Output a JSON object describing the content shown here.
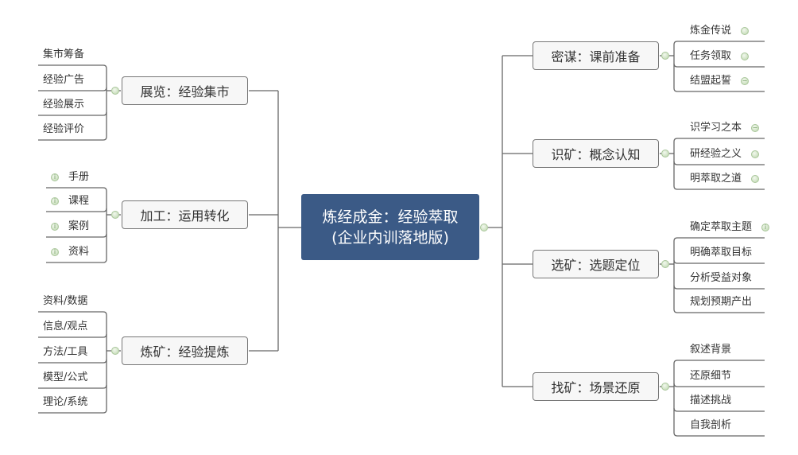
{
  "central": {
    "line1": "炼经成金：经验萃取",
    "line2": "(企业内训落地版)",
    "color": "#3b5a86"
  },
  "left": [
    {
      "label": "展览：经验集市",
      "items": [
        {
          "text": "集市筹备"
        },
        {
          "text": "经验广告"
        },
        {
          "text": "经验展示"
        },
        {
          "text": "经验评价"
        }
      ]
    },
    {
      "label": "加工：运用转化",
      "items": [
        {
          "text": "手册",
          "icon": "info-icon"
        },
        {
          "text": "课程",
          "icon": "info-icon"
        },
        {
          "text": "案例",
          "icon": "info-icon"
        },
        {
          "text": "资料",
          "icon": "info-icon"
        }
      ]
    },
    {
      "label": "炼矿：经验提炼",
      "items": [
        {
          "text": "资料/数据"
        },
        {
          "text": "信息/观点"
        },
        {
          "text": "方法/工具"
        },
        {
          "text": "模型/公式"
        },
        {
          "text": "理论/系统"
        }
      ]
    }
  ],
  "right": [
    {
      "label": "密谋：课前准备",
      "items": [
        {
          "text": "炼金传说",
          "icon": "expand-icon"
        },
        {
          "text": "任务领取",
          "icon": "expand-icon"
        },
        {
          "text": "结盟起誓",
          "icon": "minus-icon"
        }
      ]
    },
    {
      "label": "识矿：概念认知",
      "items": [
        {
          "text": "识学习之本",
          "icon": "minus-icon"
        },
        {
          "text": "研经验之义",
          "icon": "expand-icon"
        },
        {
          "text": "明萃取之道",
          "icon": "expand-icon"
        }
      ]
    },
    {
      "label": "选矿：选题定位",
      "items": [
        {
          "text": "确定萃取主题",
          "icon": "info-icon"
        },
        {
          "text": "明确萃取目标"
        },
        {
          "text": "分析受益对象"
        },
        {
          "text": "规划预期产出"
        }
      ]
    },
    {
      "label": "找矿：场景还原",
      "items": [
        {
          "text": "叙述背景"
        },
        {
          "text": "还原细节"
        },
        {
          "text": "描述挑战"
        },
        {
          "text": "自我剖析"
        }
      ]
    }
  ]
}
